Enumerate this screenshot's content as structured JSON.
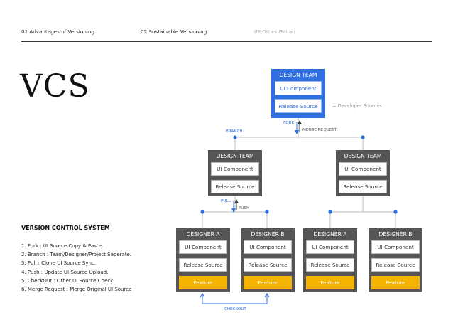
{
  "nav": [
    "01 Advantages of Versioning",
    "02 Sustainable Versioning",
    "03 Git vs GitLab"
  ],
  "title": "VCS",
  "subtitle": "VERSION CONTROL SYSTEM",
  "legend": [
    "1. Fork : UI Source Copy & Paste.",
    "2. Branch : Team/Designer/Project Seperate.",
    "3. Pull : Clone UI Source Sync.",
    "4. Push : Update UI Source Upload.",
    "5. CheckOut : Other UI Source Check",
    "6. Merge Request : Merge Original UI Source"
  ],
  "diagram": {
    "top": {
      "title": "DESIGN TEAM",
      "items": [
        "UI Component",
        "Release Source"
      ]
    },
    "developer_note": "= Developer Sources",
    "teams": [
      {
        "title": "DESIGN TEAM",
        "items": [
          "UI Component",
          "Release Source"
        ]
      },
      {
        "title": "DESIGN TEAM",
        "items": [
          "UI Component",
          "Release Source"
        ]
      }
    ],
    "designers": [
      {
        "title": "DESIGNER A",
        "items": [
          "UI Component",
          "Release Source",
          "Feature"
        ]
      },
      {
        "title": "DESIGNER B",
        "items": [
          "UI Component",
          "Release Source",
          "Feature"
        ]
      },
      {
        "title": "DESIGNER A",
        "items": [
          "UI Component",
          "Release Source",
          "Feature"
        ]
      },
      {
        "title": "DESIGNER B",
        "items": [
          "UI Component",
          "Release Source",
          "Feature"
        ]
      }
    ],
    "labels": {
      "fork": "FORK",
      "merge_request": "MERGE REQUEST",
      "branch": "BRANCH",
      "pull": "PULL",
      "push": "PUSH",
      "checkout": "CHECKOUT"
    }
  }
}
